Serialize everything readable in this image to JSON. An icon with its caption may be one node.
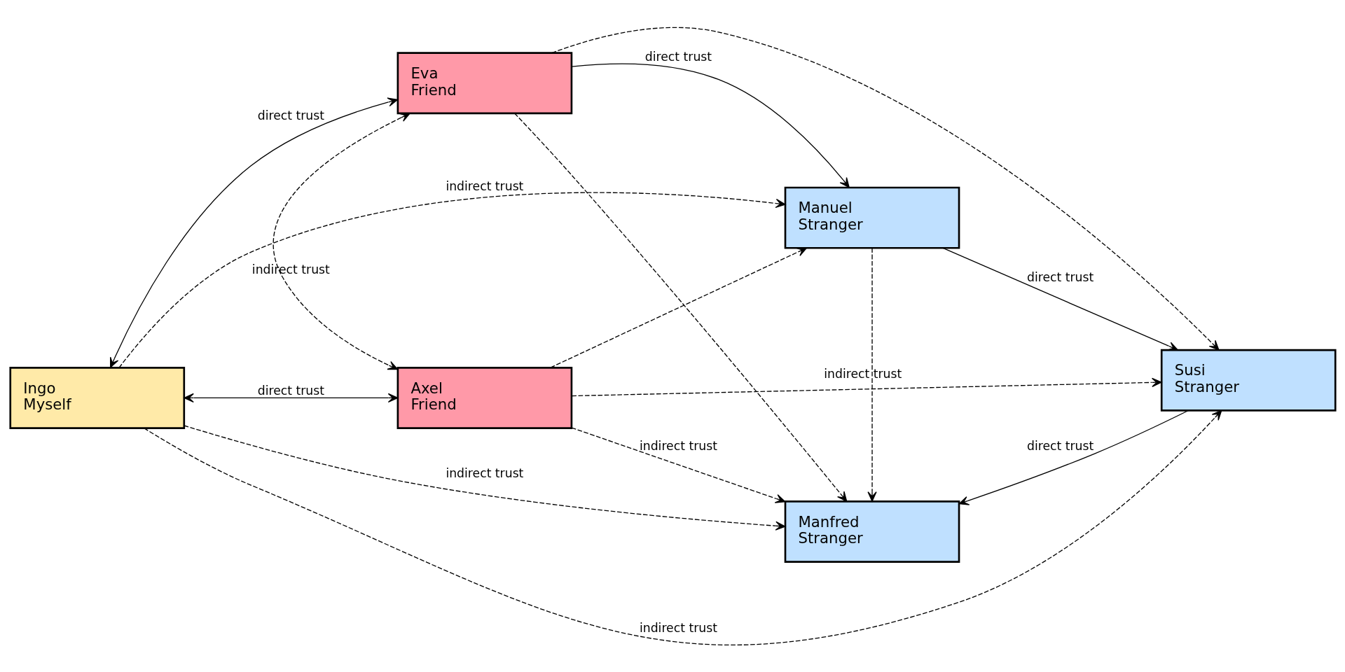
{
  "diagram": {
    "nodes": [
      {
        "text": [
          "Eva",
          "Friend"
        ]
      },
      {
        "text": [
          "Manuel",
          "Stranger"
        ]
      },
      {
        "text": [
          "Ingo",
          "Myself"
        ]
      },
      {
        "text": [
          "Susi",
          "Stranger"
        ]
      },
      {
        "text": [
          "Axel",
          "Friend"
        ]
      },
      {
        "text": [
          "Manfred",
          "Stranger"
        ]
      }
    ],
    "edges": [
      {
        "from": 0,
        "to": 1,
        "arrow": "to",
        "label": "direct trust"
      },
      {
        "from": 2,
        "to": 0,
        "arrow": "both",
        "label": "direct trust"
      },
      {
        "from": 2,
        "to": 4,
        "arrow": "both",
        "label": "direct trust"
      },
      {
        "from": 1,
        "to": 3,
        "arrow": "to",
        "label": "direct trust"
      },
      {
        "from": 3,
        "to": 5,
        "arrow": "to",
        "label": "direct trust"
      },
      {
        "from": 2,
        "to": 1,
        "arrow": "to",
        "style": "dashed",
        "label": "indirect trust"
      },
      {
        "from": 0,
        "to": 3,
        "arrow": "to",
        "style": "dashed"
      },
      {
        "from": 0,
        "to": 4,
        "arrow": "both",
        "style": "dashed",
        "label": "indirect trust"
      },
      {
        "from": 2,
        "to": 3,
        "arrow": "to",
        "style": "dashed",
        "label": "indirect trust"
      },
      {
        "from": 0,
        "to": 5,
        "arrow": "to",
        "style": "dashed"
      },
      {
        "from": 4,
        "to": 1,
        "arrow": "to",
        "style": "dashed"
      },
      {
        "from": 1,
        "to": 5,
        "arrow": "to",
        "style": "dashed",
        "label": "indirect trust"
      },
      {
        "from": 2,
        "to": 5,
        "arrow": "to",
        "style": "dashed",
        "label": "indirect trust"
      },
      {
        "from": 4,
        "to": 3,
        "arrow": "to",
        "style": "dashed"
      },
      {
        "from": 4,
        "to": 5,
        "arrow": "to",
        "style": "dashed",
        "label": "indirect trust"
      }
    ]
  }
}
